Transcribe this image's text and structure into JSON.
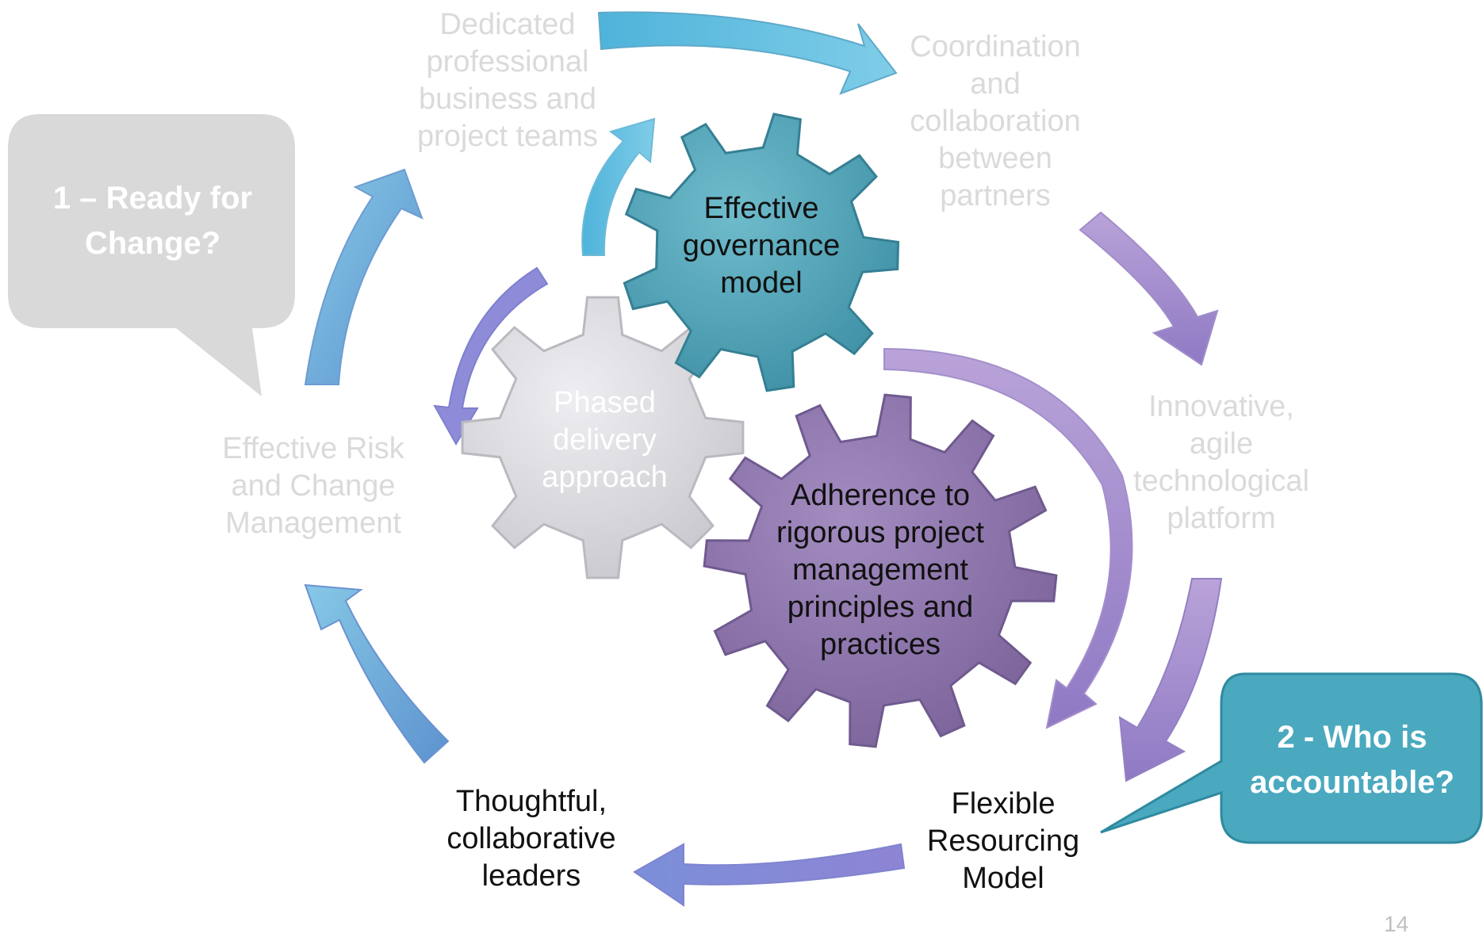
{
  "nodes": {
    "dedicated_teams": [
      "Dedicated",
      "professional",
      "business and",
      "project teams"
    ],
    "coordination": [
      "Coordination",
      "and",
      "collaboration",
      "between",
      "partners"
    ],
    "innovative": [
      "Innovative,",
      "agile",
      "technological",
      "platform"
    ],
    "flexible": [
      "Flexible",
      "Resourcing",
      "Model"
    ],
    "leaders": [
      "Thoughtful,",
      "collaborative",
      "leaders"
    ],
    "risk": [
      "Effective Risk",
      "and Change",
      "Management"
    ]
  },
  "gears": {
    "governance": [
      "Effective",
      "governance",
      "model"
    ],
    "phased": [
      "Phased",
      "delivery",
      "approach"
    ],
    "adherence": [
      "Adherence to",
      "rigorous project",
      "management",
      "principles and",
      "practices"
    ]
  },
  "callouts": {
    "ready": [
      "1 – Ready for",
      "Change?"
    ],
    "accountable": [
      "2 - Who is",
      "accountable?"
    ]
  },
  "page_number": "14",
  "colors": {
    "gear_governance": "#4a9fb3",
    "gear_phased": "#d8d8dc",
    "gear_adherence": "#8a72a8",
    "callout_ready": "#d9d9d9",
    "callout_accountable": "#4aa9bf",
    "arrow_blue": "#6fa8d8",
    "arrow_purple": "#a58cc8"
  }
}
